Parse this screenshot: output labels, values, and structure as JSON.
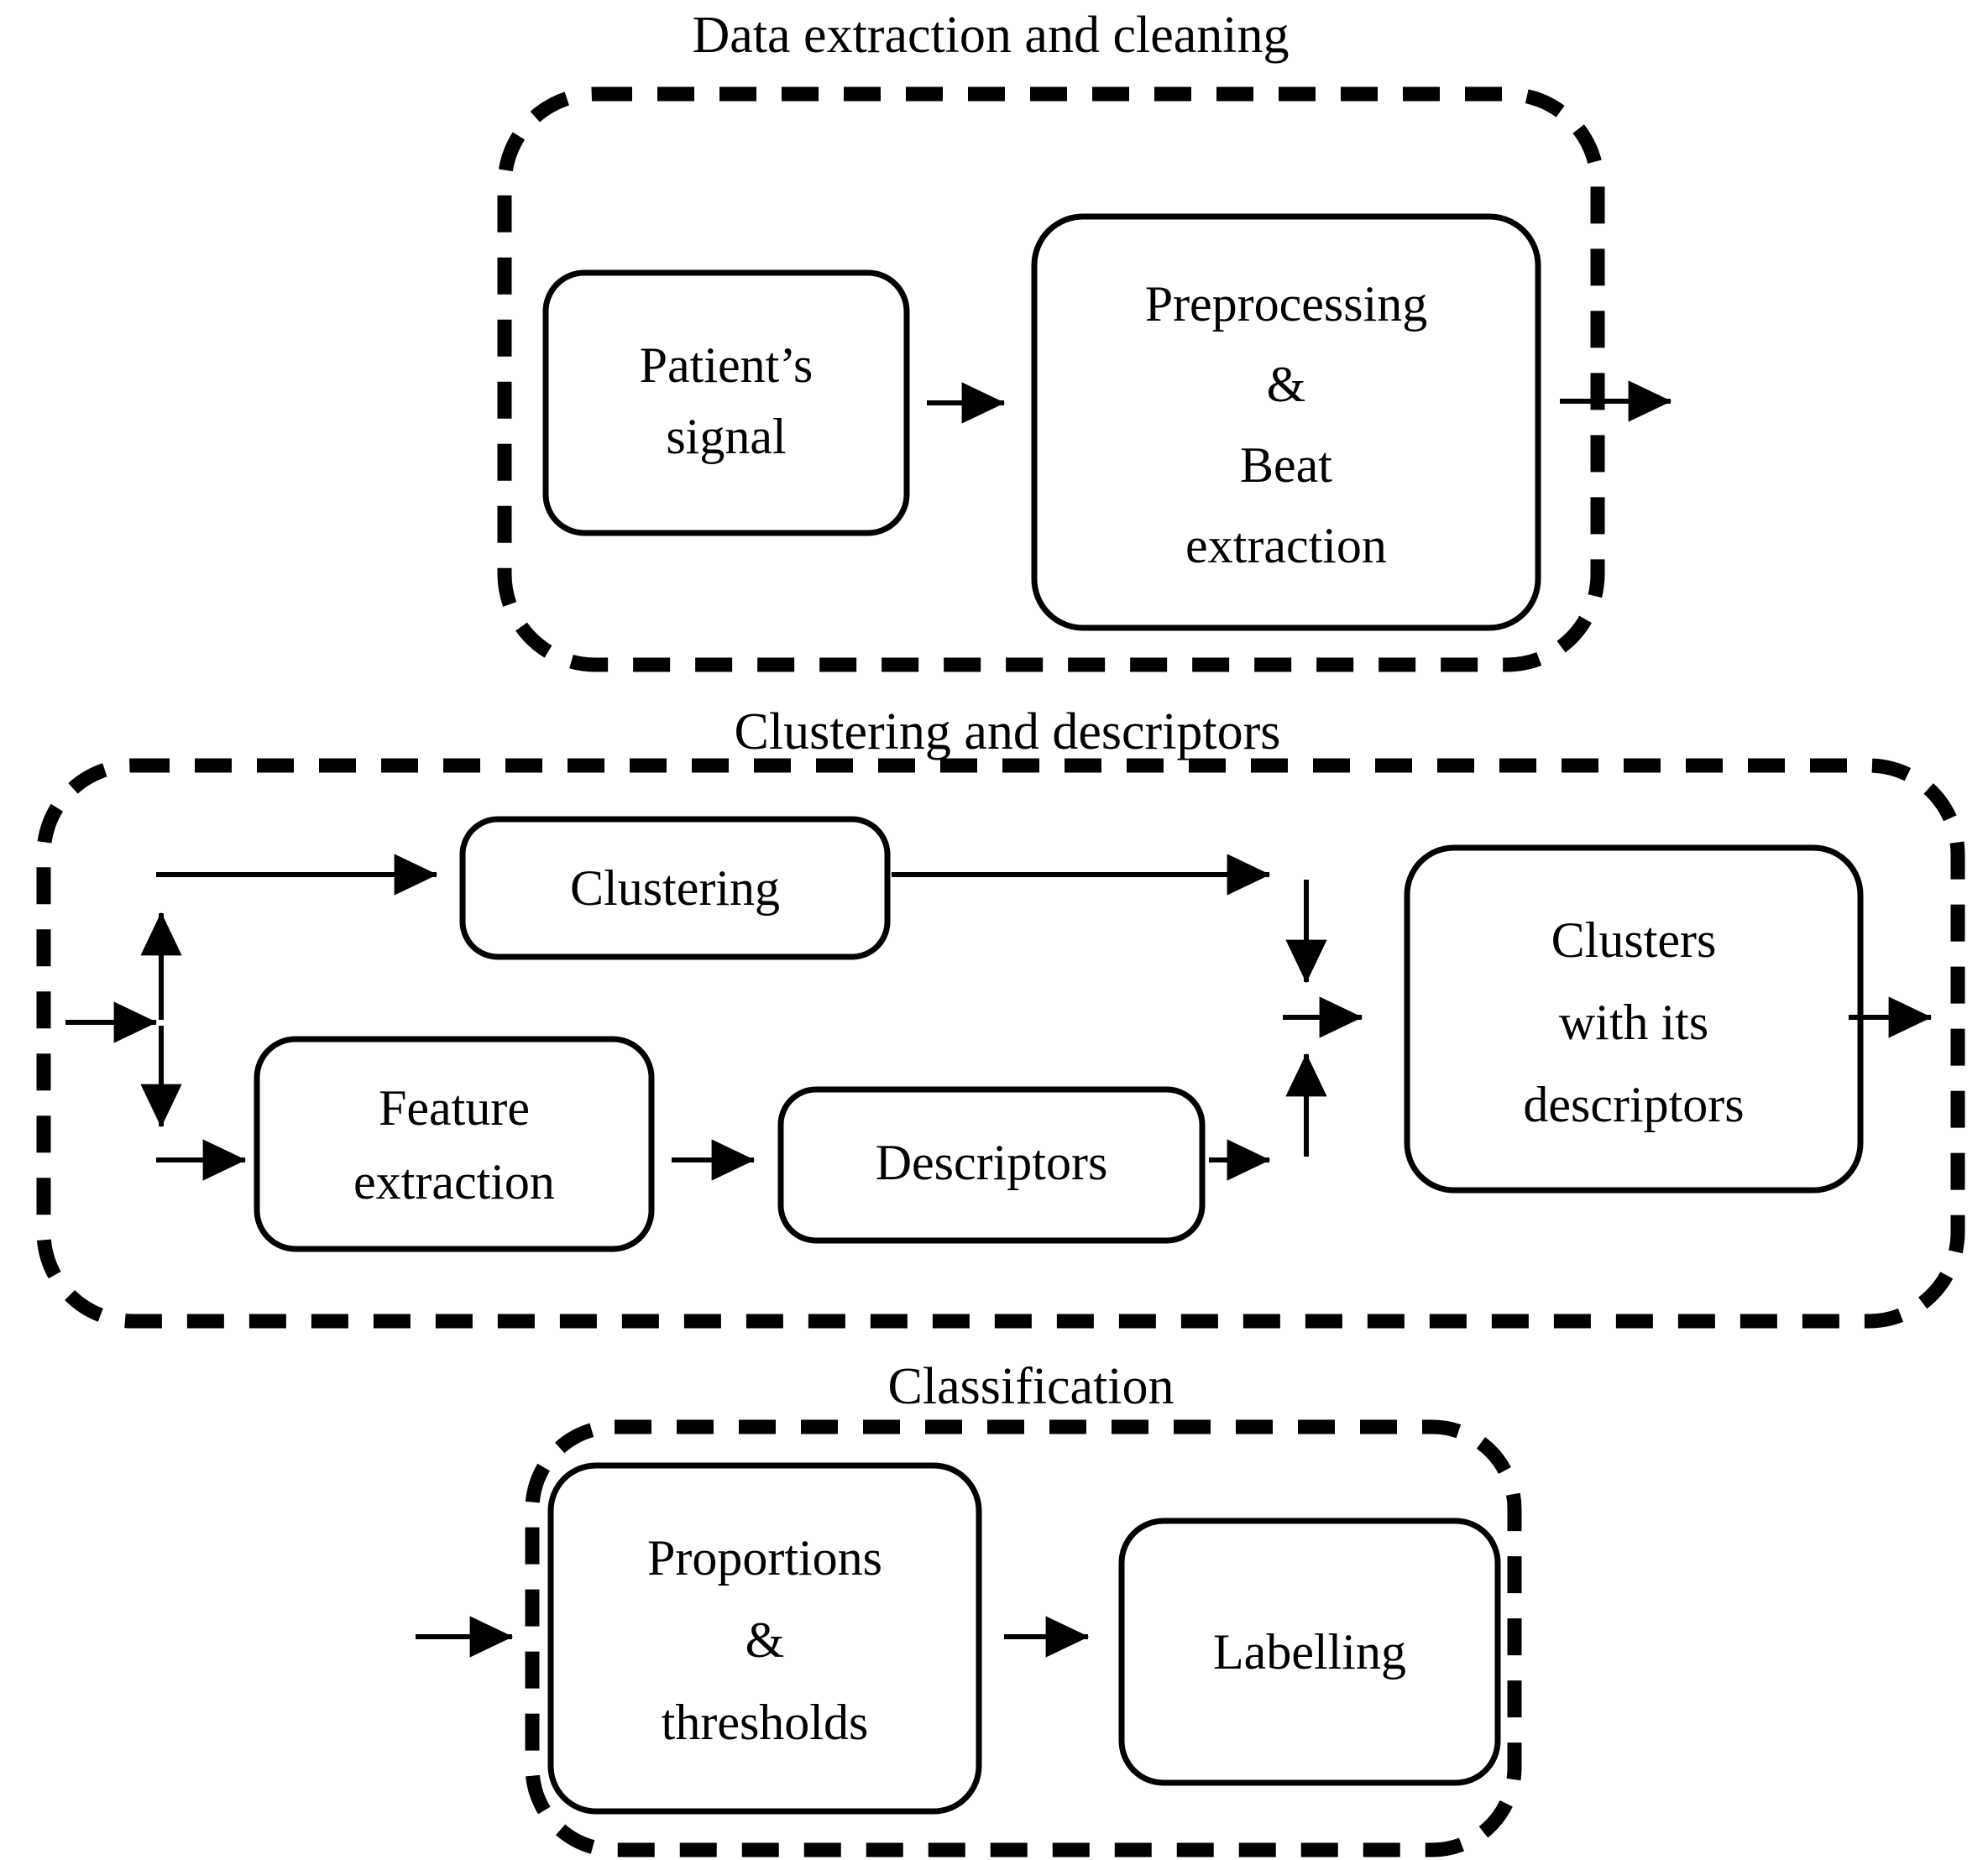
{
  "figure": {
    "type": "flowchart",
    "background": "#ffffff",
    "stroke_color": "#000000",
    "groups": [
      {
        "id": "data-extraction-and-cleaning",
        "title": "Data extraction and cleaning",
        "nodes": [
          {
            "id": "patients-signal",
            "label": "Patient’s\nsignal",
            "lines": [
              "Patient’s",
              "signal"
            ]
          },
          {
            "id": "preprocessing-beat-extraction",
            "label": "Preprocessing\n&\nBeat\nextraction",
            "lines": [
              "Preprocessing",
              "&",
              "Beat",
              "extraction"
            ]
          }
        ]
      },
      {
        "id": "clustering-and-descriptors",
        "title": "Clustering and descriptors",
        "nodes": [
          {
            "id": "clustering",
            "label": "Clustering",
            "lines": [
              "Clustering"
            ]
          },
          {
            "id": "feature-extraction",
            "label": "Feature\nextraction",
            "lines": [
              "Feature",
              "extraction"
            ]
          },
          {
            "id": "descriptors",
            "label": "Descriptors",
            "lines": [
              "Descriptors"
            ]
          },
          {
            "id": "clusters-with-its-descriptors",
            "label": "Clusters\nwith its\ndescriptors",
            "lines": [
              "Clusters",
              "with its",
              "descriptors"
            ]
          }
        ]
      },
      {
        "id": "classification",
        "title": "Classification",
        "nodes": [
          {
            "id": "proportions-and-thresholds",
            "label": "Proportions\n&\nthresholds",
            "lines": [
              "Proportions",
              "&",
              "thresholds"
            ]
          },
          {
            "id": "labelling",
            "label": "Labelling",
            "lines": [
              "Labelling"
            ]
          }
        ]
      }
    ],
    "edges": [
      {
        "from": "patients-signal",
        "to": "preprocessing-beat-extraction"
      },
      {
        "from": "preprocessing-beat-extraction",
        "to": "clustering-and-descriptors"
      },
      {
        "from": "clustering-and-descriptors-input",
        "to": "clustering"
      },
      {
        "from": "clustering-and-descriptors-input",
        "to": "feature-extraction"
      },
      {
        "from": "clustering",
        "to": "merge-junction"
      },
      {
        "from": "feature-extraction",
        "to": "descriptors"
      },
      {
        "from": "descriptors",
        "to": "merge-junction"
      },
      {
        "from": "merge-junction",
        "to": "clusters-with-its-descriptors"
      },
      {
        "from": "clusters-with-its-descriptors",
        "to": "classification"
      },
      {
        "from": "classification-input",
        "to": "proportions-and-thresholds"
      },
      {
        "from": "proportions-and-thresholds",
        "to": "labelling"
      }
    ]
  },
  "titles": {
    "top": "Data extraction and cleaning",
    "middle": "Clustering and descriptors",
    "bottom": "Classification"
  },
  "labels": {
    "patients_signal_l1": "Patient’s",
    "patients_signal_l2": "signal",
    "preprocessing_l1": "Preprocessing",
    "preprocessing_l2": "&",
    "preprocessing_l3": "Beat",
    "preprocessing_l4": "extraction",
    "clustering": "Clustering",
    "feature_extraction_l1": "Feature",
    "feature_extraction_l2": "extraction",
    "descriptors": "Descriptors",
    "clusters_l1": "Clusters",
    "clusters_l2": "with its",
    "clusters_l3": "descriptors",
    "proportions_l1": "Proportions",
    "proportions_l2": "&",
    "proportions_l3": "thresholds",
    "labelling": "Labelling"
  }
}
